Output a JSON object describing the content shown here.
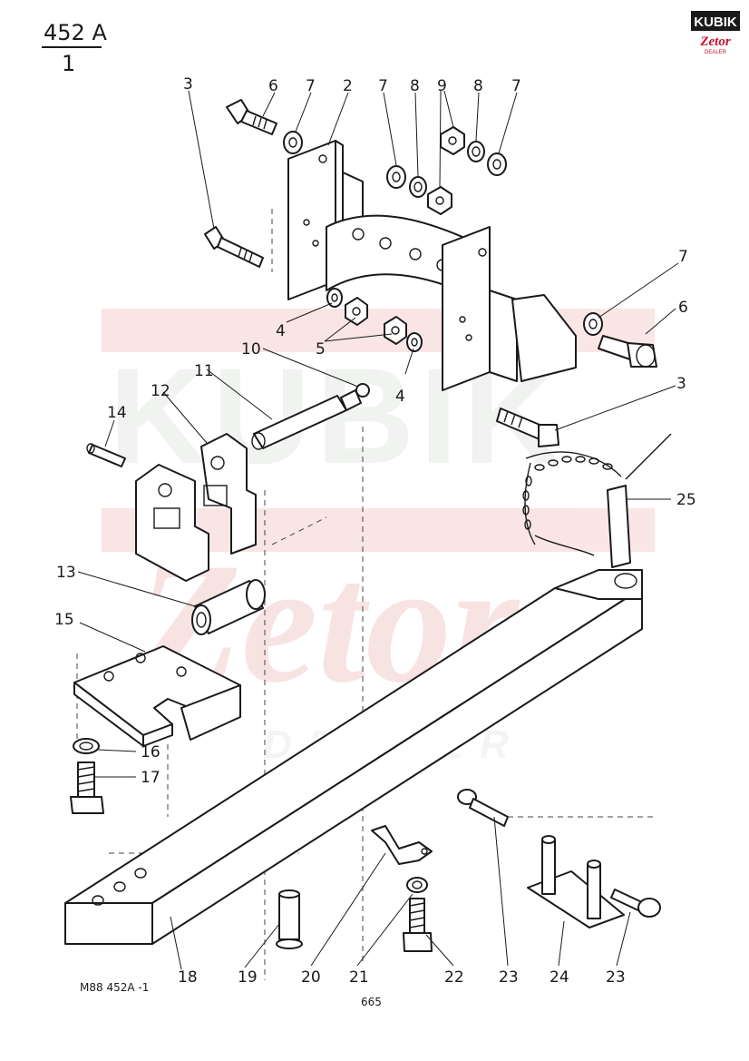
{
  "header": {
    "page_code": "452 A",
    "page_index": "1",
    "brand_logo_top": "KUBIK",
    "brand_logo_bottom": "Zetor",
    "brand_logo_tag": "DEALER"
  },
  "watermark": {
    "word1": "KUBIK",
    "word2": "Zetor",
    "word3": "DEALER",
    "color": "#f0b7b7"
  },
  "callouts": {
    "c2": "2",
    "c3a": "3",
    "c3b": "3",
    "c4a": "4",
    "c4b": "4",
    "c5": "5",
    "c6a": "6",
    "c6b": "6",
    "c7a": "7",
    "c7b": "7",
    "c7c": "7",
    "c7d": "7",
    "c8a": "8",
    "c8b": "8",
    "c9": "9",
    "c10": "10",
    "c11": "11",
    "c12": "12",
    "c13": "13",
    "c14": "14",
    "c15": "15",
    "c16": "16",
    "c17": "17",
    "c18": "18",
    "c19": "19",
    "c20": "20",
    "c21": "21",
    "c22": "22",
    "c23a": "23",
    "c23b": "23",
    "c24": "24",
    "c25": "25"
  },
  "footer": {
    "drawing_ref": "M88  452A -1",
    "page_number": "665"
  }
}
